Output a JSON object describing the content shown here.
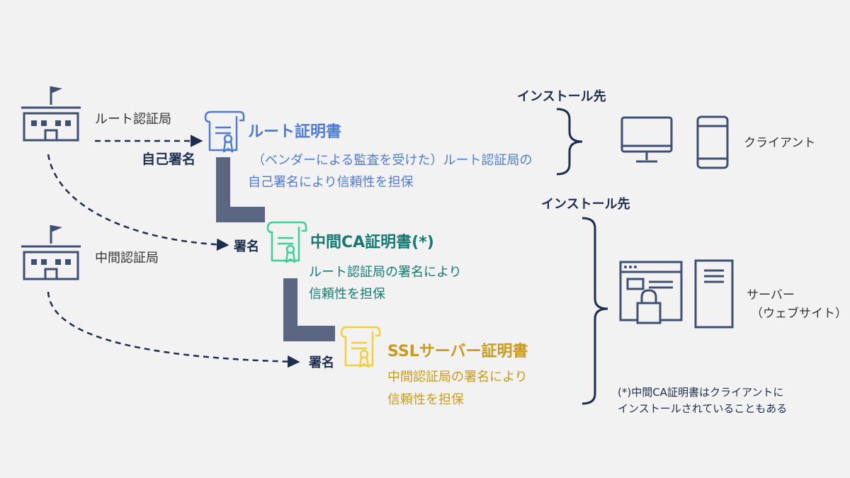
{
  "issuers": {
    "root": "ルート認証局",
    "intermediate": "中間認証局"
  },
  "signatures": {
    "self_signed": "自己署名",
    "signed_1": "署名",
    "signed_2": "署名"
  },
  "certs": {
    "root": {
      "title": "ルート証明書",
      "desc_line1": "（ベンダーによる監査を受けた）ルート認証局の",
      "desc_line2": "自己署名により信頼性を担保"
    },
    "intermediate": {
      "title": "中間CA証明書(*)",
      "desc_line1": "ルート認証局の署名により",
      "desc_line2": "信頼性を担保"
    },
    "ssl": {
      "title": "SSLサーバー証明書",
      "desc_line1": "中間認証局の署名により",
      "desc_line2": "信頼性を担保"
    }
  },
  "install_targets": {
    "client": {
      "heading": "インストール先",
      "label": "クライアント"
    },
    "server": {
      "heading": "インストール先",
      "label_line1": "サーバー",
      "label_line2": "（ウェブサイト）"
    }
  },
  "footnote": {
    "line1": "(*)中間CA証明書はクライアントに",
    "line2": "インストールされていることもある"
  },
  "colors": {
    "navy": "#1e2e4e",
    "building": "#3d4f72",
    "connector": "#5b6782",
    "root_blue": "#4f7bd6",
    "intermediate_teal": "#167a72",
    "intermediate_icon": "#3dcf9a",
    "ssl_gold": "#c99a1c",
    "ssl_icon": "#f5cf3a"
  }
}
